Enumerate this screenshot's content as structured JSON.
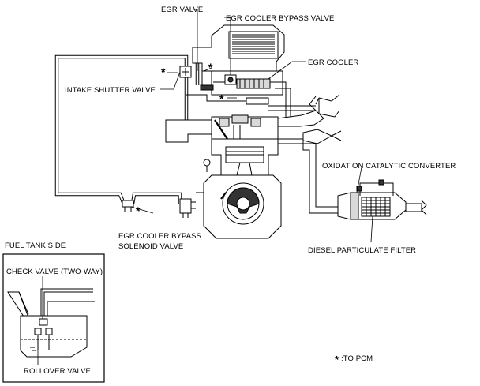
{
  "labels": {
    "egr_valve": "EGR VALVE",
    "egr_cooler_bypass_valve": "EGR COOLER BYPASS VALVE",
    "egr_cooler": "EGR COOLER",
    "intake_shutter_valve": "INTAKE SHUTTER VALVE",
    "oxidation_catalytic_converter": "OXIDATION CATALYTIC CONVERTER",
    "egr_cooler_bypass_solenoid_valve_line1": "EGR COOLER BYPASS",
    "egr_cooler_bypass_solenoid_valve_line2": "SOLENOID VALVE",
    "diesel_particulate_filter": "DIESEL PARTICULATE FILTER",
    "fuel_tank_side": "FUEL TANK SIDE",
    "check_valve": "CHECK VALVE (TWO-WAY)",
    "rollover_valve": "ROLLOVER VALVE"
  },
  "legend": {
    "symbol": "*",
    "text": ":TO PCM"
  },
  "markers": {
    "to_pcm_symbol": "*"
  }
}
